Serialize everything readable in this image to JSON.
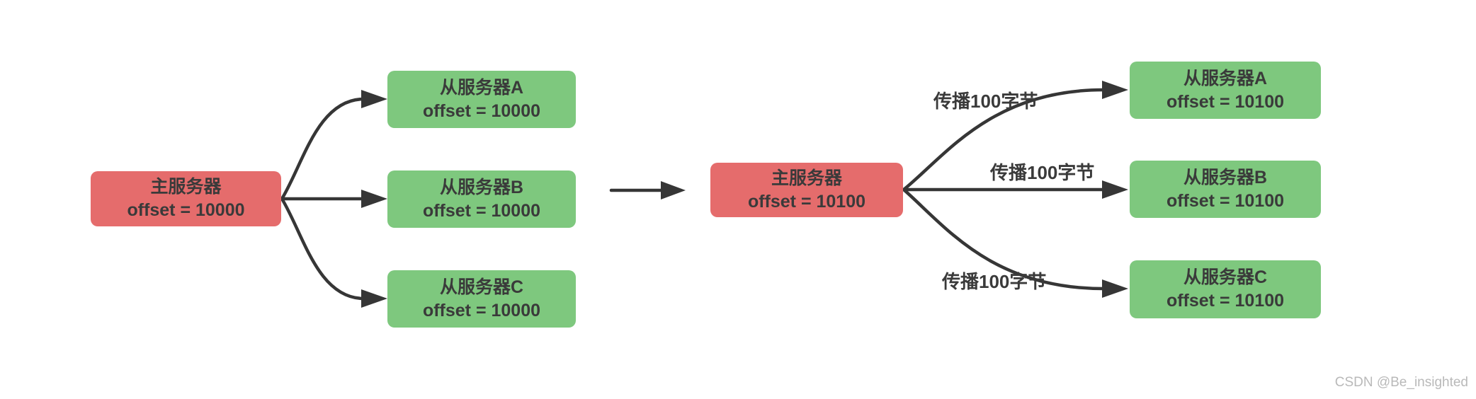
{
  "colors": {
    "master_fill": "#e56c6c",
    "slave_fill": "#7ec87e",
    "line": "#363636",
    "text": "#3a3a3a",
    "watermark": "#b9b9b9",
    "background": "#ffffff"
  },
  "stage1": {
    "master": {
      "name": "主服务器",
      "offset_label": "offset = 10000"
    },
    "slaves": [
      {
        "name": "从服务器A",
        "offset_label": "offset = 10000"
      },
      {
        "name": "从服务器B",
        "offset_label": "offset = 10000"
      },
      {
        "name": "从服务器C",
        "offset_label": "offset = 10000"
      }
    ]
  },
  "stage2": {
    "master": {
      "name": "主服务器",
      "offset_label": "offset = 10100"
    },
    "propagate_labels": [
      "传播100字节",
      "传播100字节",
      "传播100字节"
    ],
    "slaves": [
      {
        "name": "从服务器A",
        "offset_label": "offset = 10100"
      },
      {
        "name": "从服务器B",
        "offset_label": "offset = 10100"
      },
      {
        "name": "从服务器C",
        "offset_label": "offset = 10100"
      }
    ]
  },
  "watermark": "CSDN @Be_insighted"
}
